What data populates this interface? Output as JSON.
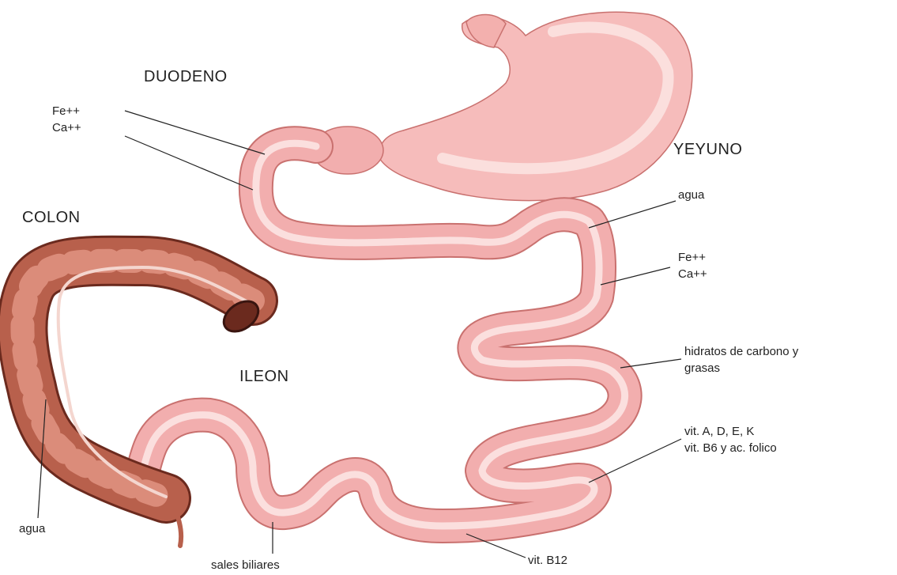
{
  "regions": {
    "duodeno": "DUODENO",
    "yeyuno": "YEYUNO",
    "colon": "COLON",
    "ileon": "ILEON"
  },
  "annotations": {
    "duodeno_minerals": [
      "Fe++",
      "Ca++"
    ],
    "yeyuno_agua": "agua",
    "yeyuno_minerals": [
      "Fe++",
      "Ca++"
    ],
    "hidratos": [
      "hidratos de carbono y",
      "grasas"
    ],
    "vitaminas": [
      "vit. A, D, E, K",
      "vit. B6 y ac. folico"
    ],
    "colon_agua": "agua",
    "sales_biliares": "sales biliares",
    "vit_b12": "vit. B12"
  },
  "colors": {
    "intestine_fill": "#f2aeae",
    "intestine_highlight": "#fde7e6",
    "intestine_shadow": "#d9807e",
    "stomach_fill": "#f6bcbb",
    "colon_fill": "#b8604c",
    "colon_dark": "#6b2a1e",
    "leader_line": "#222222"
  }
}
